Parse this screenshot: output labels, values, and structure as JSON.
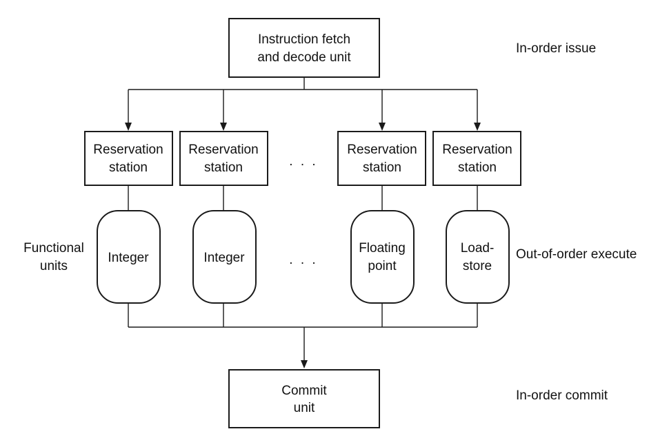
{
  "fetch_unit": {
    "line1": "Instruction fetch",
    "line2": "and decode unit"
  },
  "reservation_stations": [
    {
      "line1": "Reservation",
      "line2": "station"
    },
    {
      "line1": "Reservation",
      "line2": "station"
    },
    {
      "line1": "Reservation",
      "line2": "station"
    },
    {
      "line1": "Reservation",
      "line2": "station"
    }
  ],
  "functional_units": [
    {
      "line1": "Integer",
      "line2": ""
    },
    {
      "line1": "Integer",
      "line2": ""
    },
    {
      "line1": "Floating",
      "line2": "point"
    },
    {
      "line1": "Load-",
      "line2": "store"
    }
  ],
  "ellipsis": ". . .",
  "commit_unit": {
    "line1": "Commit",
    "line2": "unit"
  },
  "side_labels": {
    "functional_units_line1": "Functional",
    "functional_units_line2": "units",
    "in_order_issue": "In-order issue",
    "out_of_order_execute": "Out-of-order execute",
    "in_order_commit": "In-order commit"
  }
}
